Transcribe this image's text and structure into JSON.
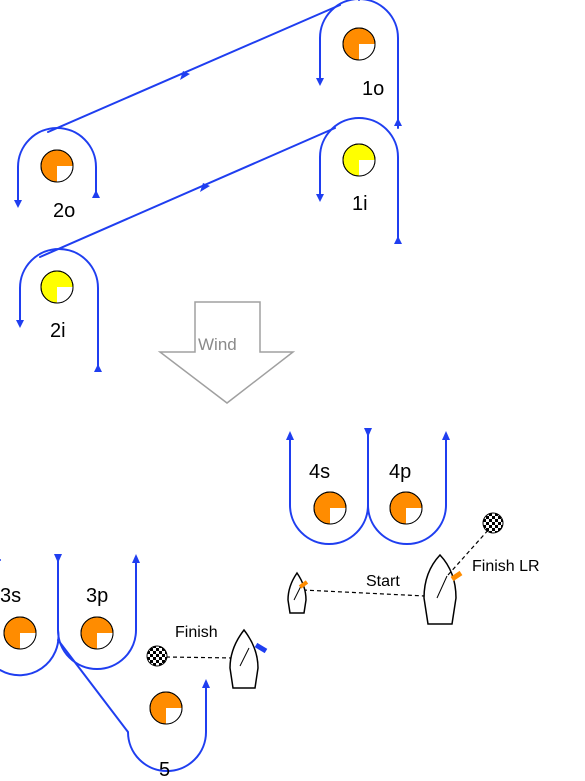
{
  "colors": {
    "course": "#1f3ef0",
    "orange_mark": "#ff8c00",
    "yellow_mark": "#ffff00",
    "wind_arrow": "#a0a0a0",
    "flag_orange": "#ff8c00",
    "flag_blue": "#1f3ef0"
  },
  "labels": {
    "mark_1o": "1o",
    "mark_1i": "1i",
    "mark_2o": "2o",
    "mark_2i": "2i",
    "wind": "Wind",
    "mark_4s": "4s",
    "mark_4p": "4p",
    "mark_3s": "3s",
    "mark_3p": "3p",
    "mark_5": "5",
    "start": "Start",
    "finish": "Finish",
    "finish_lr": "Finish LR"
  },
  "icons": {
    "orange_mark": "orange-buoy-icon",
    "yellow_mark": "yellow-buoy-icon",
    "checker_mark": "checkered-finish-buoy-icon",
    "boat": "committee-boat-icon"
  }
}
